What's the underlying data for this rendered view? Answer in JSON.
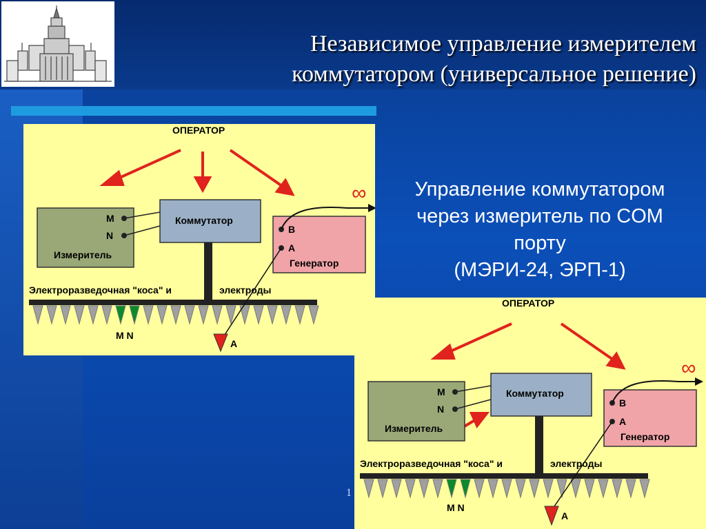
{
  "title": {
    "line1": "Независимое управление измерителем",
    "line2": "коммутатором (универсальное решение)"
  },
  "caption": {
    "line1": "Управление коммутатором",
    "line2": "через измеритель по COM",
    "line3": "порту",
    "line4": "(МЭРИ-24, ЭРП-1)"
  },
  "page_number": "1",
  "diagrams": [
    {
      "operator": "ОПЕРАТОР",
      "switch": "Коммутатор",
      "meter": "Измеритель",
      "generator": "Генератор",
      "m": "M",
      "n": "N",
      "b": "B",
      "a": "A",
      "cable_left": "Электроразведочная \"коса\" и",
      "cable_right": "электроды",
      "bottom_mn": "M  N",
      "bottom_a": "A",
      "infinity": "∞"
    },
    {
      "operator": "ОПЕРАТОР",
      "switch": "Коммутатор",
      "meter": "Измеритель",
      "generator": "Генератор",
      "m": "M",
      "n": "N",
      "b": "B",
      "a": "A",
      "cable_left": "Электроразведочная \"коса\" и",
      "cable_right": "электроды",
      "bottom_mn": "M  N",
      "bottom_a": "A",
      "infinity": "∞"
    }
  ],
  "colors": {
    "panel_bg": "#ffff9e",
    "meter_fill": "#9aa878",
    "switch_fill": "#9bb0c6",
    "generator_fill": "#f0a4a8",
    "arrow_red": "#e0231c",
    "electrode_gray": "#a0a0a0",
    "electrode_green": "#0a8a2a",
    "accent_bar": "#1e9be0"
  },
  "icons": {
    "logo": "university-building-icon"
  }
}
